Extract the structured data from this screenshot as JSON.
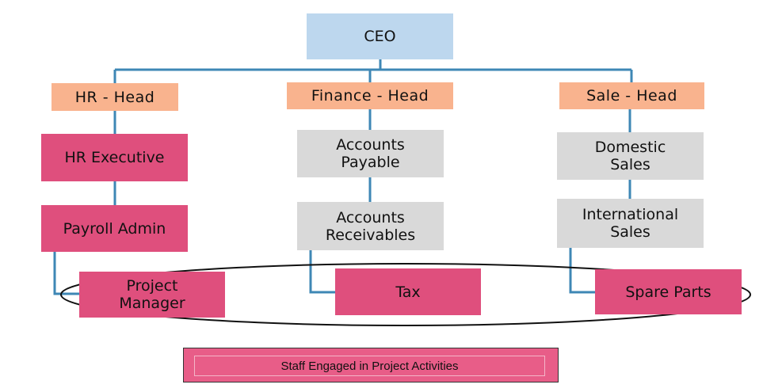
{
  "nodes": {
    "ceo": "CEO",
    "hr_head": "HR - Head",
    "finance_head": "Finance - Head",
    "sale_head": "Sale -  Head",
    "hr_executive": "HR Executive",
    "payroll_admin": "Payroll Admin",
    "project_manager": "Project\nManager",
    "accounts_payable": "Accounts\nPayable",
    "accounts_receivables": "Accounts\nReceivables",
    "tax": "Tax",
    "domestic_sales": "Domestic\nSales",
    "international_sales": "International\nSales",
    "spare_parts": "Spare Parts"
  },
  "legend": {
    "label": "Staff Engaged in Project Activities"
  },
  "colors": {
    "ceo": "#bdd7ee",
    "head": "#f9b38e",
    "project_staff": "#df4f7d",
    "other_staff": "#d9d9d9",
    "connector": "#3e87b5",
    "legend_fill": "#e85d88"
  }
}
